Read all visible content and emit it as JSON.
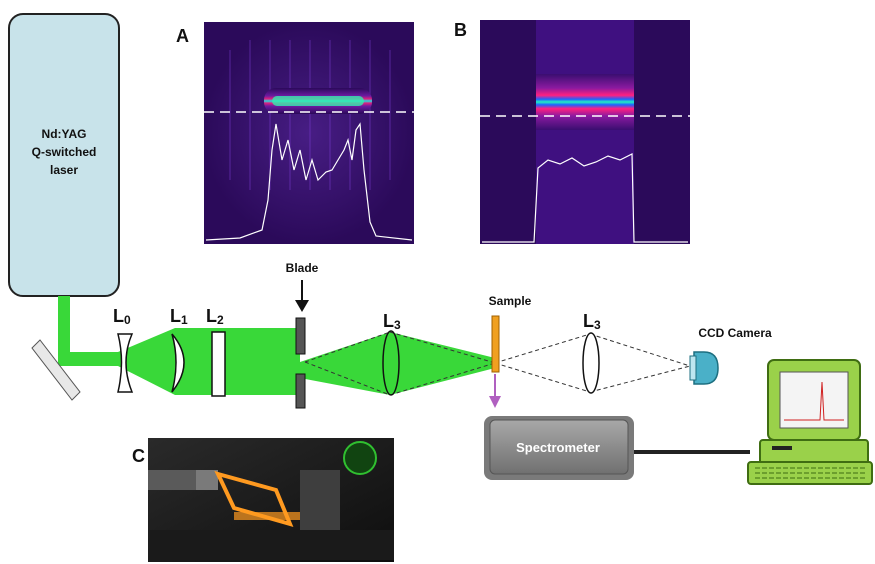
{
  "laser": {
    "line1": "Nd:YAG",
    "line2": "Q-switched",
    "line3": "laser"
  },
  "panels": {
    "a": "A",
    "b": "B",
    "c": "C"
  },
  "components": {
    "l0": {
      "letter": "L",
      "sub": "0"
    },
    "l1": {
      "letter": "L",
      "sub": "1"
    },
    "l2": {
      "letter": "L",
      "sub": "2"
    },
    "l3a": {
      "letter": "L",
      "sub": "3"
    },
    "l3b": {
      "letter": "L",
      "sub": "3"
    },
    "blade": "Blade",
    "sample": "Sample",
    "ccd": "CCD Camera",
    "spectrometer": "Spectrometer"
  },
  "colors": {
    "laser_box": "#c8e3ea",
    "beam": "#39d839",
    "panel_bg": "#2b0a5a",
    "sample": "#f0a020",
    "arrow": "#b060c0",
    "spectrometer": "#8e8e8e",
    "computer": "#9ad14a",
    "ccd": "#4ab0c8"
  }
}
